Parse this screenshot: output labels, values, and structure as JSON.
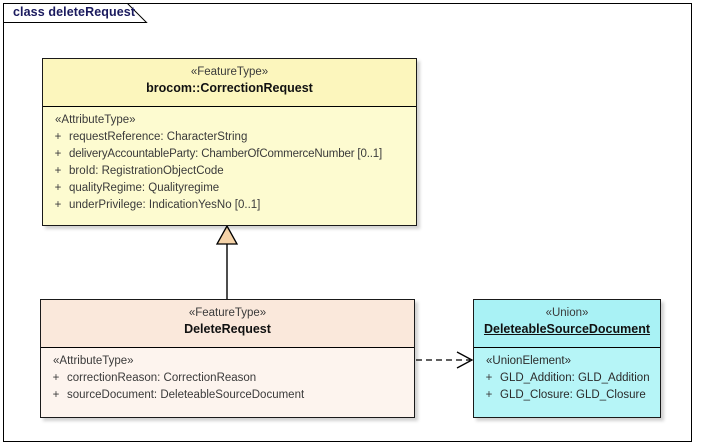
{
  "diagram": {
    "frame_label": "class deleteRequest",
    "title_tab_name": "class-frame-tab"
  },
  "classes": [
    {
      "id": "correction-request",
      "stereotype": "«FeatureType»",
      "name": "brocom::CorrectionRequest",
      "name_underlined": false,
      "fill": "#fdfbd0",
      "header_fill": "#fcf6bd",
      "compartment_stereotype": "«AttributeType»",
      "attributes": [
        {
          "visibility": "+",
          "text": "requestReference: CharacterString"
        },
        {
          "visibility": "+",
          "text": "deliveryAccountableParty: ChamberOfCommerceNumber [0..1]"
        },
        {
          "visibility": "+",
          "text": "broId: RegistrationObjectCode"
        },
        {
          "visibility": "+",
          "text": "qualityRegime: Qualityregime"
        },
        {
          "visibility": "+",
          "text": "underPrivilege: IndicationYesNo [0..1]"
        }
      ]
    },
    {
      "id": "delete-request",
      "stereotype": "«FeatureType»",
      "name": "DeleteRequest",
      "name_underlined": false,
      "fill": "#fdf4ee",
      "header_fill": "#fae8db",
      "compartment_stereotype": "«AttributeType»",
      "attributes": [
        {
          "visibility": "+",
          "text": "correctionReason: CorrectionReason"
        },
        {
          "visibility": "+",
          "text": "sourceDocument: DeleteableSourceDocument"
        }
      ]
    },
    {
      "id": "deleteable-source-document",
      "stereotype": "«Union»",
      "name": "DeleteableSourceDocument",
      "name_underlined": true,
      "fill": "#b6f5f7",
      "header_fill": "#a9f2f5",
      "compartment_stereotype": "«UnionElement»",
      "attributes": [
        {
          "visibility": "+",
          "text": "GLD_Addition: GLD_Addition"
        },
        {
          "visibility": "+",
          "text": "GLD_Closure: GLD_Closure"
        }
      ]
    }
  ],
  "relationships": [
    {
      "id": "generalization",
      "kind": "generalization",
      "from": "DeleteRequest",
      "to": "brocom::CorrectionRequest",
      "line_style": "solid",
      "arrowhead": "hollow-triangle",
      "arrow_fill": "#f5d3a8"
    },
    {
      "id": "dependency",
      "kind": "dependency",
      "from": "DeleteRequest",
      "to": "DeleteableSourceDocument",
      "line_style": "dashed",
      "arrowhead": "open-arrow",
      "arrow_fill": "none"
    }
  ]
}
